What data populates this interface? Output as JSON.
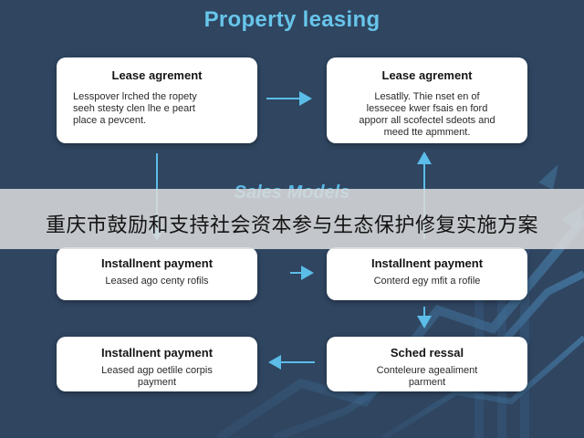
{
  "title": "Property leasing",
  "section_label": "Sales Models",
  "overlay_caption": "重庆市鼓励和支持社会资本参与生态保护修复实施方案",
  "colors": {
    "background": "#2f4560",
    "title": "#67c5ea",
    "arrow": "#5bbde8",
    "card": "#ffffff"
  },
  "cards": [
    {
      "title": "Lease agrement",
      "lines": [
        "Lesspover lrched the ropety",
        "seeh stesty clen lhe e peart",
        "place a pevcent."
      ]
    },
    {
      "title": "Lease agrement",
      "lines": [
        "Lesatlly. Thie nset en of",
        "lessecee kwer fsais en ford",
        "apporr all scofectel sdeots and",
        "meed tte apmment."
      ]
    },
    {
      "title": "Installnent payment",
      "lines": [
        "Leased ago centy rofils"
      ]
    },
    {
      "title": "Installnent payment",
      "lines": [
        "Conterd egy mfit a rofile"
      ]
    },
    {
      "title": "Installnent payment",
      "lines": [
        "Leased agp oetlile corpis",
        "payment"
      ]
    },
    {
      "title": "Sched ressal",
      "lines": [
        "Conteleure agealiment",
        "parment"
      ]
    }
  ]
}
